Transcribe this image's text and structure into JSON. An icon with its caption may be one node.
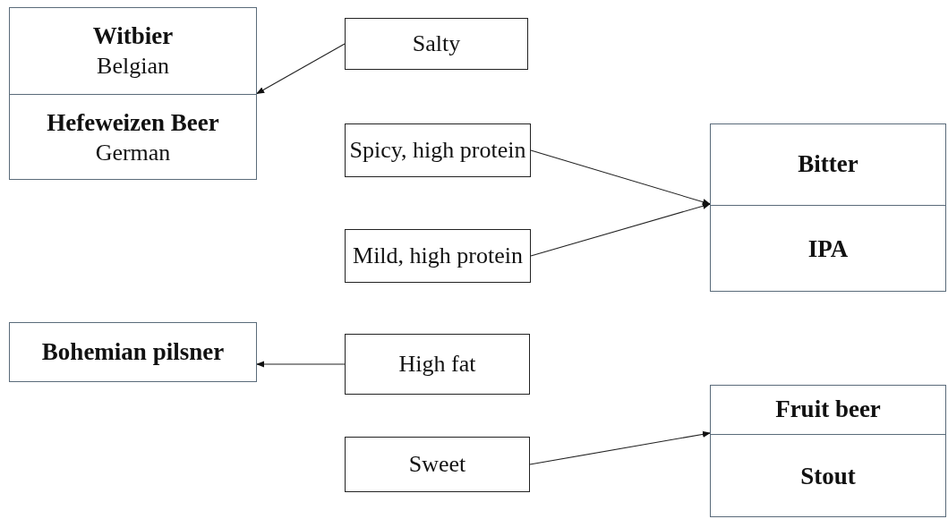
{
  "diagram": {
    "nodes": [
      {
        "text": [],
        "shape": "box"
      },
      {
        "text": [
          "Witbier",
          "Belgian"
        ],
        "in": 0
      },
      {
        "text": [
          "Hefeweizen Beer",
          "German"
        ],
        "in": 0
      },
      {
        "text": [
          "Salty"
        ]
      },
      {
        "text": [
          "Spicy, high protein"
        ]
      },
      {
        "text": [],
        "shape": "box"
      },
      {
        "text": [
          "Bitter"
        ],
        "in": 5
      },
      {
        "text": [
          "IPA"
        ],
        "in": 5
      },
      {
        "text": [
          "Mild, high protein"
        ]
      },
      {
        "text": [
          "Bohemian pilsner"
        ]
      },
      {
        "text": [
          "High fat"
        ]
      },
      {
        "text": [],
        "shape": "box"
      },
      {
        "text": [
          "Fruit beer"
        ],
        "in": 11
      },
      {
        "text": [
          "Stout"
        ],
        "in": 11
      },
      {
        "text": [
          "Sweet"
        ]
      }
    ],
    "edges": [
      {
        "from": 3,
        "to": 0,
        "arrow": "to"
      },
      {
        "from": 4,
        "to": 5,
        "arrow": "to"
      },
      {
        "from": 8,
        "to": 5,
        "arrow": "to"
      },
      {
        "from": 10,
        "to": 9,
        "arrow": "to"
      },
      {
        "from": 14,
        "to": 11,
        "arrow": "to"
      }
    ]
  }
}
